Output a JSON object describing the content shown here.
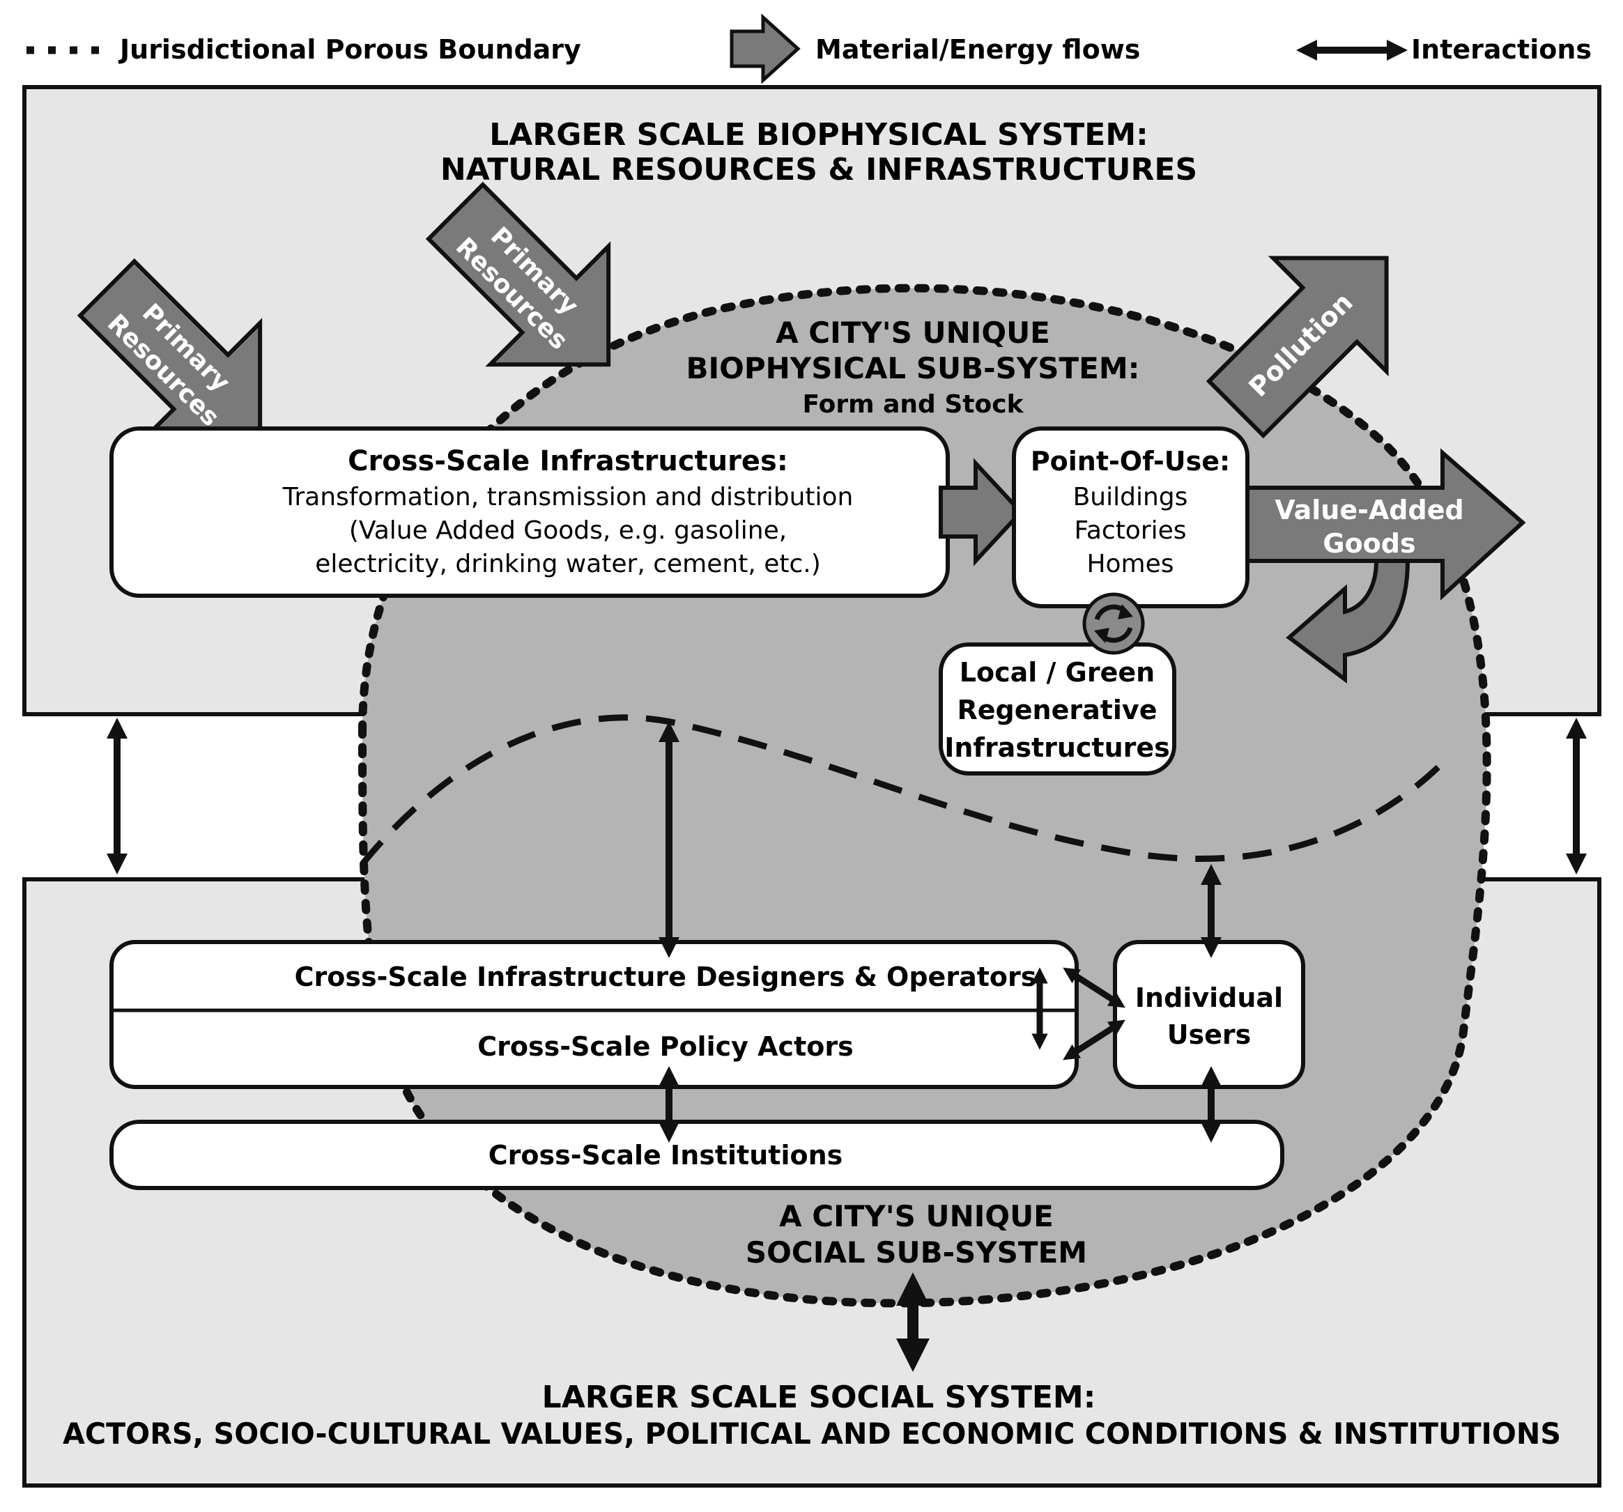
{
  "legend": {
    "boundary_label": "Jurisdictional Porous Boundary",
    "flows_label": "Material/Energy flows",
    "interactions_label": "Interactions"
  },
  "biophysical_system": {
    "title_line1": "LARGER SCALE BIOPHYSICAL SYSTEM:",
    "title_line2": "NATURAL RESOURCES & INFRASTRUCTURES"
  },
  "city_biophysical": {
    "line1": "A CITY'S UNIQUE",
    "line2": "BIOPHYSICAL SUB-SYSTEM:",
    "line3": "Form and Stock"
  },
  "primary_resources_left": {
    "line1": "Primary",
    "line2": "Resources"
  },
  "primary_resources_mid": {
    "line1": "Primary",
    "line2": "Resources"
  },
  "pollution": {
    "label": "Pollution"
  },
  "value_added": {
    "line1": "Value-Added",
    "line2": "Goods"
  },
  "infrastructures_box": {
    "title": "Cross-Scale Infrastructures:",
    "line1": "Transformation, transmission and distribution",
    "line2": "(Value Added Goods, e.g. gasoline,",
    "line3": "electricity, drinking water, cement, etc.)"
  },
  "point_of_use": {
    "title": "Point-Of-Use:",
    "items": [
      "Buildings",
      "Factories",
      "Homes"
    ]
  },
  "local_green": {
    "line1": "Local / Green",
    "line2": "Regenerative",
    "line3": "Infrastructures"
  },
  "social_boxes": {
    "designers": "Cross-Scale Infrastructure Designers & Operators",
    "policy": "Cross-Scale Policy Actors",
    "institutions": "Cross-Scale Institutions",
    "users_line1": "Individual",
    "users_line2": "Users"
  },
  "city_social": {
    "line1": "A CITY'S UNIQUE",
    "line2": "SOCIAL SUB-SYSTEM"
  },
  "social_system": {
    "title_line1": "LARGER SCALE SOCIAL SYSTEM:",
    "title_line2": "ACTORS, SOCIO-CULTURAL VALUES, POLITICAL AND ECONOMIC CONDITIONS & INSTITUTIONS"
  },
  "colors": {
    "panel": "#e6e6e6",
    "city_fill": "#b4b4b4",
    "arrow_fill": "#7a7a7a",
    "box_fill": "#ffffff",
    "ink": "#111111"
  }
}
